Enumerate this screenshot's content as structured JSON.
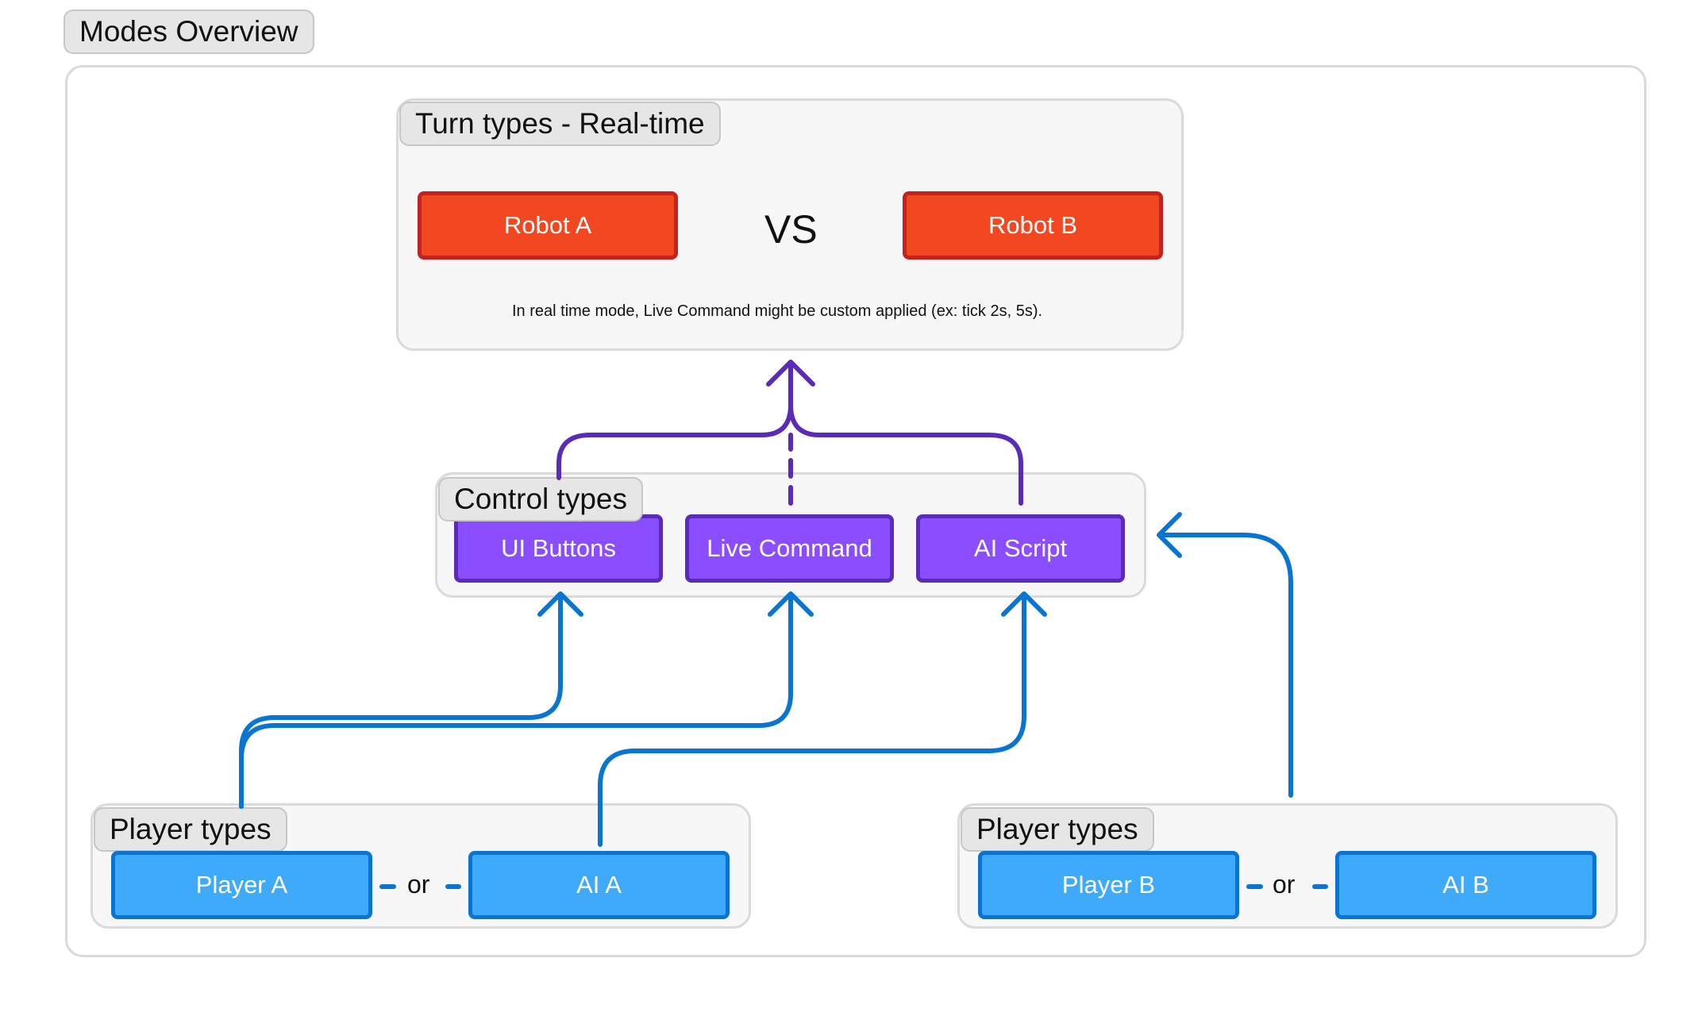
{
  "overview": {
    "title": "Modes Overview"
  },
  "turn_types": {
    "title": "Turn types - Real-time",
    "robot_a": "Robot A",
    "vs": "VS",
    "robot_b": "Robot B",
    "note": "In real time mode, Live Command might be custom applied (ex: tick 2s, 5s)."
  },
  "control_types": {
    "title": "Control types",
    "items": [
      "UI Buttons",
      "Live Command",
      "AI Script"
    ]
  },
  "player_types_a": {
    "title": "Player types",
    "player": "Player A",
    "or": "or",
    "ai": "AI A"
  },
  "player_types_b": {
    "title": "Player types",
    "player": "Player B",
    "or": "or",
    "ai": "AI B"
  },
  "colors": {
    "robot_fill": "#f24822",
    "robot_border": "#c4221d",
    "control_fill": "#8a4dff",
    "control_border": "#5b2ab8",
    "player_fill": "#3faafa",
    "player_border": "#0a75d1",
    "purple_arrow": "#5b2ab8",
    "blue_arrow": "#0a75d1",
    "frame_border": "#dadada",
    "frame_fill": "#f7f7f7"
  }
}
